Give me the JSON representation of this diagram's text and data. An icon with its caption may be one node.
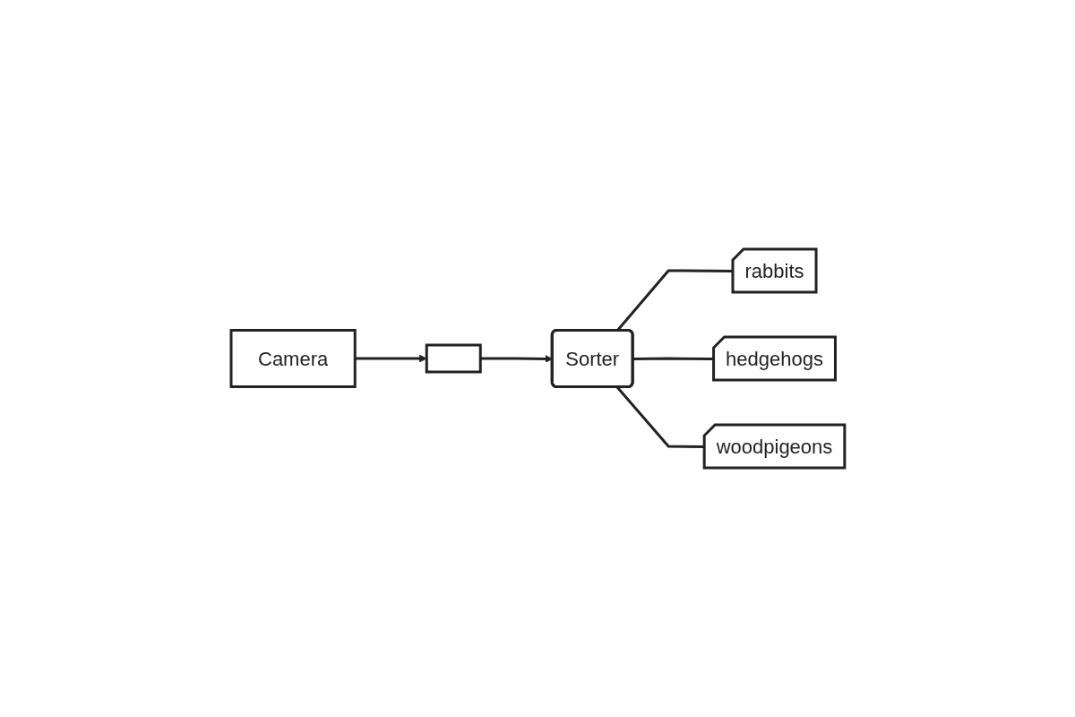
{
  "diagram": {
    "nodes": [
      {
        "text": [
          "Camera"
        ]
      },
      {
        "text": [],
        "shape": "box"
      },
      {
        "text": [
          "Sorter"
        ]
      },
      {
        "text": [
          "rabbits"
        ]
      },
      {
        "text": [
          "hedgehogs"
        ]
      },
      {
        "text": [
          "woodpigeons"
        ]
      }
    ],
    "edges": [
      {
        "from": 0,
        "to": 1,
        "arrow": "to"
      },
      {
        "from": 1,
        "to": 2,
        "arrow": "to"
      },
      {
        "from": 2,
        "to": 3,
        "arrow": "none"
      },
      {
        "from": 2,
        "to": 4,
        "arrow": "none"
      },
      {
        "from": 2,
        "to": 5,
        "arrow": "none"
      }
    ]
  }
}
